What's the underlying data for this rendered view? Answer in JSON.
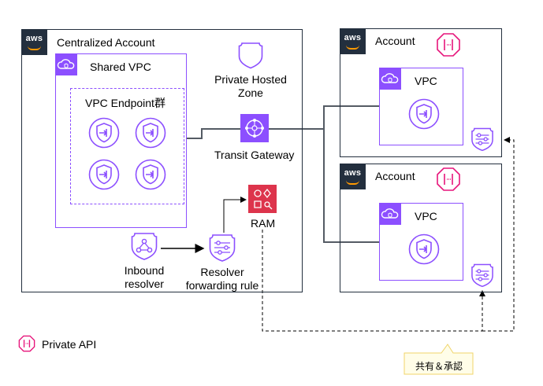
{
  "central": {
    "aws_logo": "aws",
    "title": "Centralized Account",
    "shared_vpc_label": "Shared VPC",
    "endpoint_group_label": "VPC Endpoint群",
    "phz_line1": "Private Hosted",
    "phz_line2": "Zone",
    "tgw_label": "Transit Gateway",
    "ram_label": "RAM",
    "inbound_line1": "Inbound",
    "inbound_line2": "resolver",
    "rule_line1": "Resolver",
    "rule_line2": "forwarding rule"
  },
  "account1": {
    "aws_logo": "aws",
    "title": "Account",
    "vpc_label": "VPC"
  },
  "account2": {
    "aws_logo": "aws",
    "title": "Account",
    "vpc_label": "VPC"
  },
  "legend": {
    "private_api_label": "Private API"
  },
  "callout": {
    "text": "共有＆承認"
  },
  "colors": {
    "vpc_purple": "#8c4fff",
    "aws_dark": "#232f3e",
    "ram_red": "#dd344c",
    "api_pink": "#e7157b",
    "callout_yellow": "#fffde8"
  }
}
